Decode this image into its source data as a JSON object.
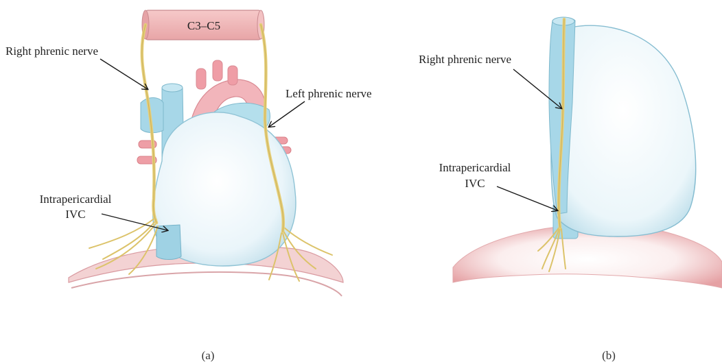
{
  "panel_a": {
    "label_c3c5": "C3–C5",
    "label_right_phrenic": "Right phrenic nerve",
    "label_left_phrenic": "Left phrenic nerve",
    "label_ivc_line1": "Intrapericardial",
    "label_ivc_line2": "IVC",
    "caption": "(a)"
  },
  "panel_b": {
    "label_right_phrenic": "Right phrenic nerve",
    "label_ivc_line1": "Intrapericardial",
    "label_ivc_line2": "IVC",
    "caption": "(b)"
  },
  "colors": {
    "nerve": "#e6cf7a",
    "heart": "#e6f3f8",
    "vein": "#a9d6e6",
    "artery": "#e9a9b1",
    "diaphragm": "#e7a9a9",
    "cord_box": "#efb7b7"
  }
}
